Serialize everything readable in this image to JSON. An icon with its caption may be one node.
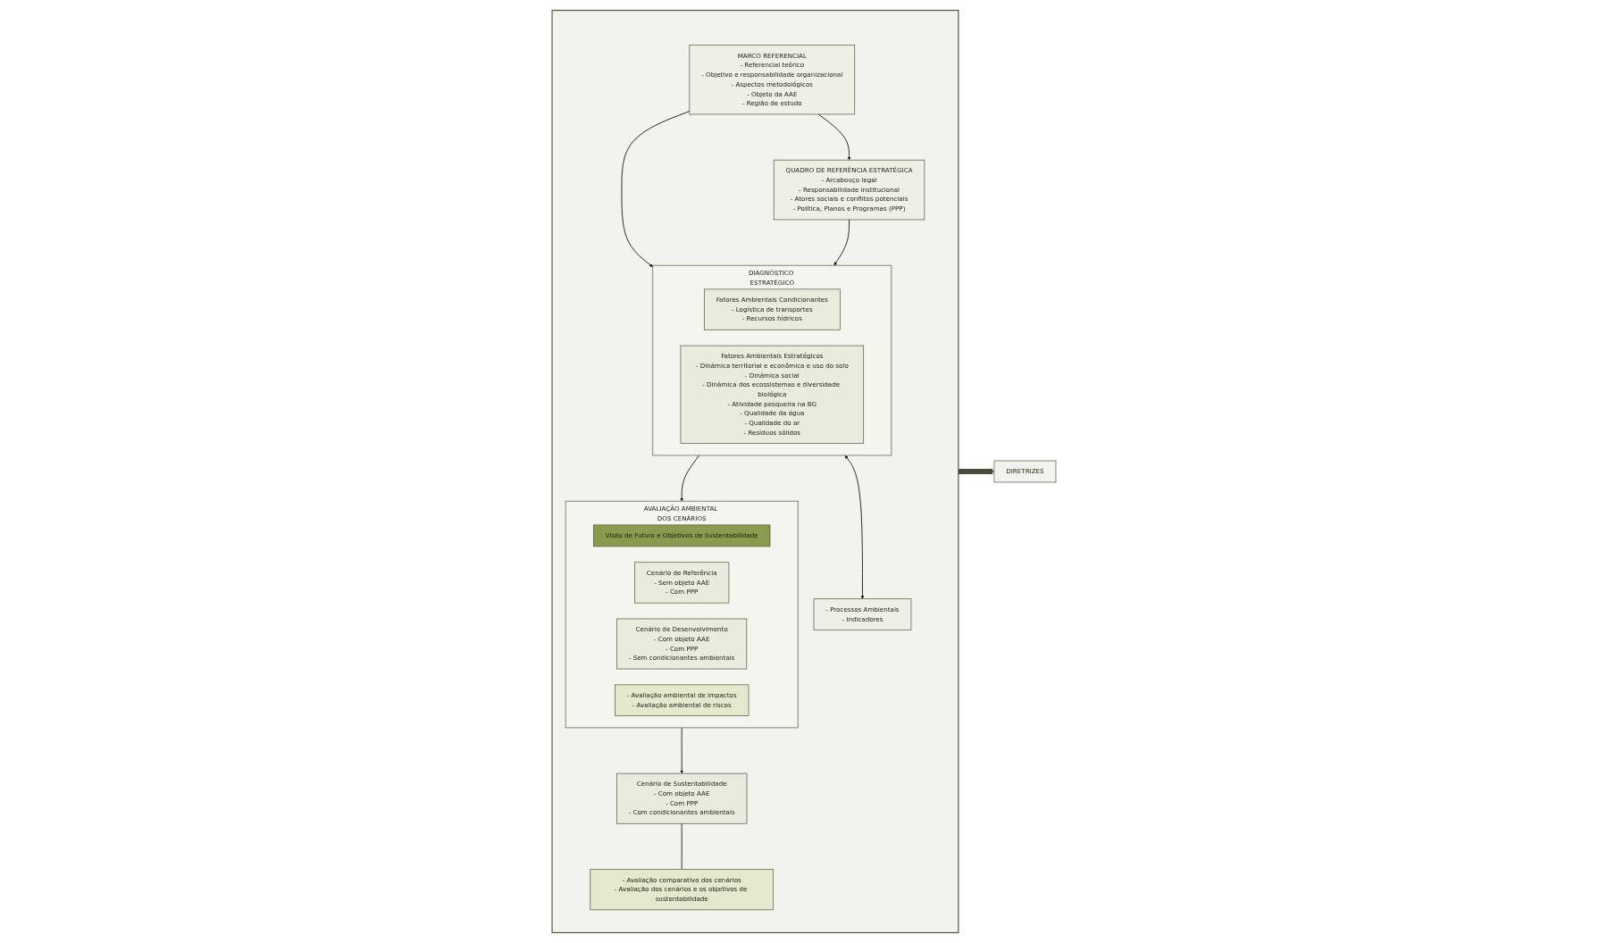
{
  "diagram": {
    "nodes": [
      {
        "text": [],
        "shape": "box"
      },
      {
        "text": [
          "MARCO REFERENCIAL",
          "- Referencial teórico",
          "- Objetivo e responsabilidade organizacional",
          "- Aspectos metodológicos",
          "- Objeto da AAE",
          "- Região de estudo"
        ],
        "in": 0
      },
      {
        "text": [
          "QUADRO DE REFERÊNCIA ESTRATÉGICA",
          "- Arcabouço legal",
          "- Responsabilidade institucional",
          "- Atores sociais e conflitos potenciais",
          "- Política, Planos e Programas (PPP)"
        ],
        "in": 0
      },
      {
        "text": [
          "DIAGNÓSTICO ESTRATÉGICO"
        ],
        "in": 0
      },
      {
        "text": [
          "Fatores Ambientais Condicionantes",
          "- Logística de transportes",
          "- Recursos hídricos"
        ],
        "in": 3
      },
      {
        "text": [
          "Fatores Ambientais Estratégicos",
          "- Dinâmica territorial e econômica e uso do solo",
          "- Dinâmica social",
          "- Dinâmica dos ecossistemas e diversidade biológica",
          "- Atividade pesqueira na BG",
          "- Qualidade da água",
          "- Qualidade do ar",
          "- Resíduos sólidos"
        ],
        "in": 3
      },
      {
        "text": [
          "- Processos Ambientais",
          "- Indicadores"
        ],
        "in": 0
      },
      {
        "text": [
          "AVALIAÇÃO AMBIENTAL DOS CENÁRIOS"
        ],
        "in": 0
      },
      {
        "text": [
          "Visão de Futuro e Objetivos de Sustentabilidade"
        ],
        "in": 7
      },
      {
        "text": [
          "Cenário de Referência",
          "- Sem objeto AAE",
          "- Com PPP"
        ],
        "in": 7
      },
      {
        "text": [
          "Cenário de Desenvolvimento",
          "- Com objeto AAE",
          "- Com PPP",
          "- Sem condicionantes ambientais"
        ],
        "in": 7
      },
      {
        "text": [
          "- Avaliação ambiental de impactos",
          "- Avaliação ambiental de riscos"
        ],
        "in": 7
      },
      {
        "text": [
          "Cenário de Sustentabilidade",
          "- Com objeto AAE",
          "- Com PPP",
          "- Com condicionantes ambientais"
        ],
        "in": 0
      },
      {
        "text": [
          "- Avaliação comparativa dos cenários",
          "- Avaliação dos cenários e os objetivos de sustentabilidade"
        ],
        "in": 0
      },
      {
        "text": [
          "DIRETRIZES"
        ]
      }
    ],
    "edges": [
      {
        "from": 1,
        "to": 2,
        "arrow": "to"
      },
      {
        "from": 1,
        "to": 3,
        "arrow": "to"
      },
      {
        "from": 2,
        "to": 3,
        "arrow": "to"
      },
      {
        "from": 3,
        "to": 6,
        "arrow": "both"
      },
      {
        "from": 3,
        "to": 7,
        "arrow": "to"
      },
      {
        "from": 7,
        "to": 12,
        "arrow": "to"
      },
      {
        "from": 12,
        "to": 13,
        "arrow": "none"
      },
      {
        "from": 0,
        "to": 14,
        "arrow": "to",
        "style": "thick",
        "color": "#4a4a3c"
      }
    ]
  }
}
